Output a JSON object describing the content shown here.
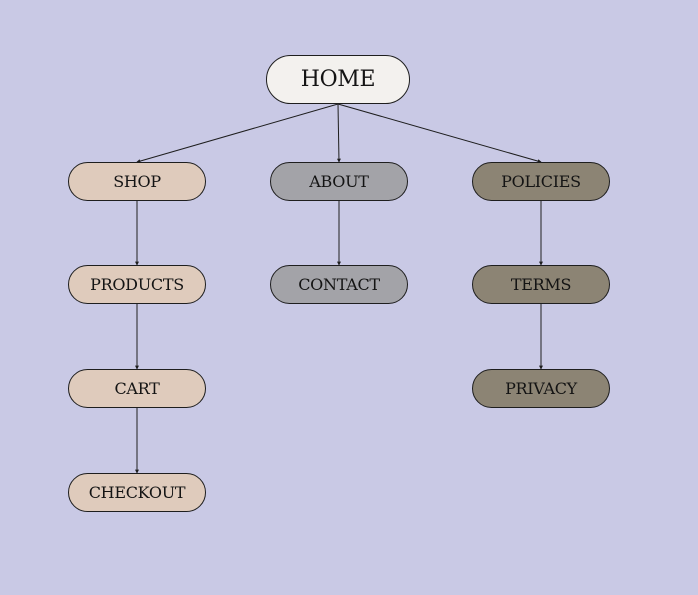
{
  "colors": {
    "background": "#c9c9e5",
    "home_fill": "#f3f1ee",
    "shop_branch_fill": "#dfcbbc",
    "about_branch_fill": "#a3a3a8",
    "policies_branch_fill": "#8c8474",
    "node_border": "#1e1e1e",
    "connector": "#1e1e1e",
    "text": "#141414"
  },
  "diagram": {
    "root": {
      "label": "HOME"
    },
    "branches": [
      {
        "key": "shop",
        "label": "SHOP",
        "children": [
          "PRODUCTS",
          "CART",
          "CHECKOUT"
        ]
      },
      {
        "key": "about",
        "label": "ABOUT",
        "children": [
          "CONTACT"
        ]
      },
      {
        "key": "policies",
        "label": "POLICIES",
        "children": [
          "TERMS",
          "PRIVACY"
        ]
      }
    ]
  }
}
